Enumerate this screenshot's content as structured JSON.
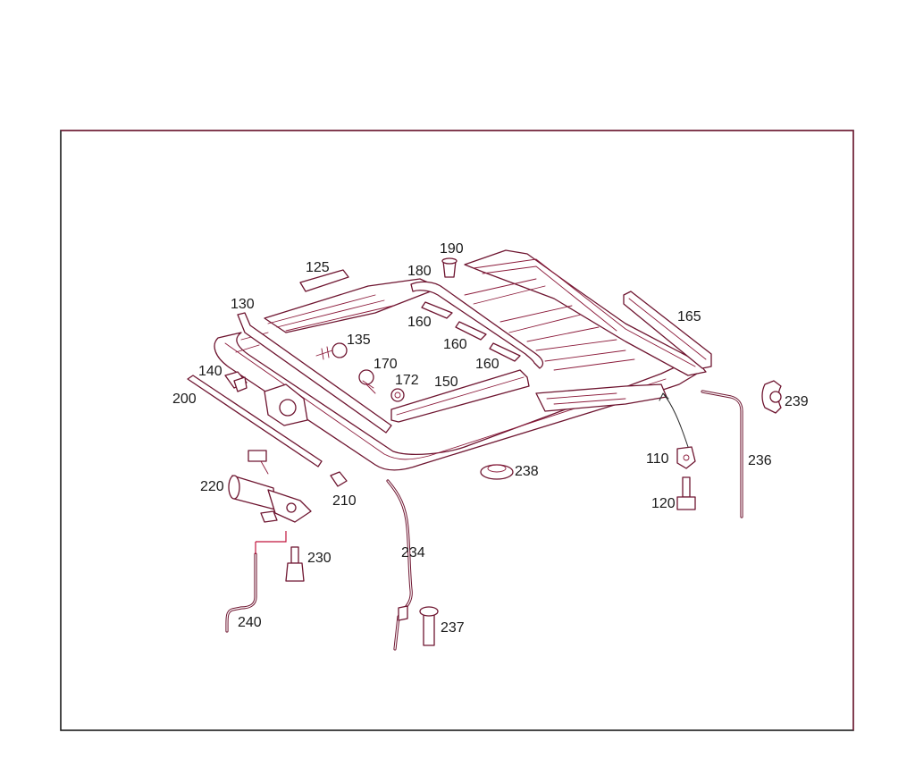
{
  "diagram": {
    "callouts": [
      {
        "id": "p125",
        "text": "125"
      },
      {
        "id": "p130",
        "text": "130"
      },
      {
        "id": "p135",
        "text": "135"
      },
      {
        "id": "p140",
        "text": "140"
      },
      {
        "id": "p150",
        "text": "150"
      },
      {
        "id": "p160a",
        "text": "160"
      },
      {
        "id": "p160b",
        "text": "160"
      },
      {
        "id": "p160c",
        "text": "160"
      },
      {
        "id": "p165",
        "text": "165"
      },
      {
        "id": "p170",
        "text": "170"
      },
      {
        "id": "p172",
        "text": "172"
      },
      {
        "id": "p180",
        "text": "180"
      },
      {
        "id": "p190",
        "text": "190"
      },
      {
        "id": "p200",
        "text": "200"
      },
      {
        "id": "p210",
        "text": "210"
      },
      {
        "id": "p220",
        "text": "220"
      },
      {
        "id": "p230",
        "text": "230"
      },
      {
        "id": "p234",
        "text": "234"
      },
      {
        "id": "p236",
        "text": "236"
      },
      {
        "id": "p237",
        "text": "237"
      },
      {
        "id": "p238",
        "text": "238"
      },
      {
        "id": "p239",
        "text": "239"
      },
      {
        "id": "p240",
        "text": "240"
      },
      {
        "id": "p110",
        "text": "110"
      },
      {
        "id": "p120",
        "text": "120"
      }
    ]
  }
}
